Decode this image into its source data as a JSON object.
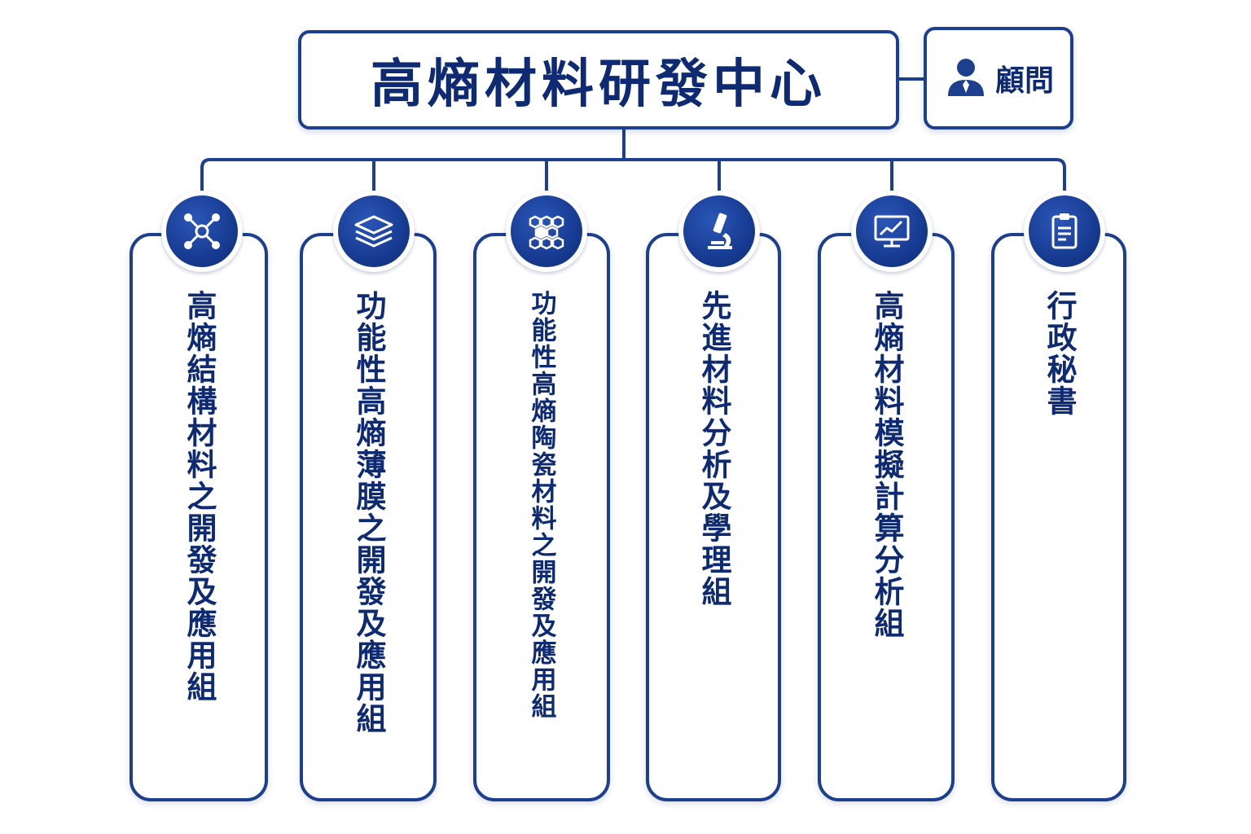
{
  "title": "高熵材料研發中心",
  "advisor": {
    "label": "顧問",
    "icon": "person-icon"
  },
  "colors": {
    "primary": "#1c3f8f",
    "text": "#0d2a73",
    "background": "#ffffff"
  },
  "groups": [
    {
      "label": "高熵結構材料之開發及應用組",
      "icon": "molecule-network-icon"
    },
    {
      "label": "功能性高熵薄膜之開發及應用組",
      "icon": "layers-icon"
    },
    {
      "label": "功能性高熵陶瓷材料之開發及應用組",
      "icon": "hexagon-cluster-icon"
    },
    {
      "label": "先進材料分析及學理組",
      "icon": "microscope-icon"
    },
    {
      "label": "高熵材料模擬計算分析組",
      "icon": "monitor-chart-icon"
    },
    {
      "label": "行政秘書",
      "icon": "clipboard-icon"
    }
  ]
}
